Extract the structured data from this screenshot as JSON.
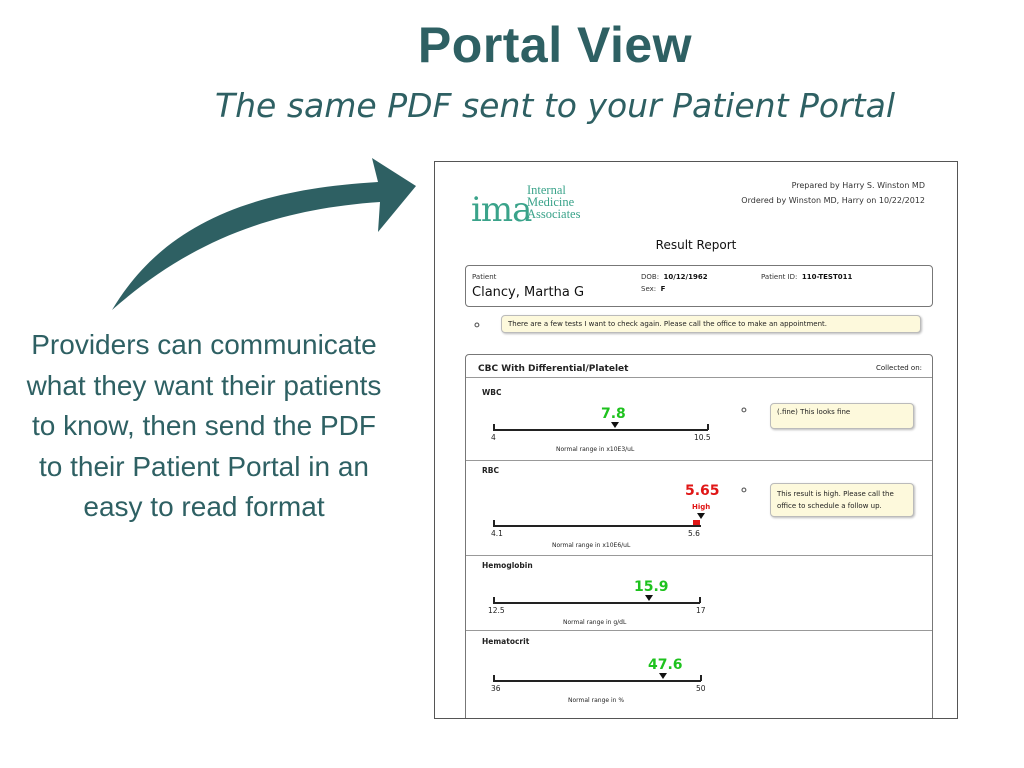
{
  "slide": {
    "title": "Portal View",
    "subtitle": "The same PDF sent to your Patient Portal",
    "body": "Providers can communicate what they want their patients to know, then send the PDF to their Patient Portal in an easy to read format",
    "arrow_color": "#2e6063",
    "text_color": "#2e6063"
  },
  "pdf": {
    "logo": {
      "mark": "ima",
      "line1": "Internal",
      "line2": "Medicine",
      "line3": "Associates",
      "color": "#3aa38a"
    },
    "prepared_by": "Prepared by Harry S. Winston MD",
    "ordered_by": "Ordered by Winston MD, Harry on 10/22/2012",
    "report_title": "Result Report",
    "patient": {
      "label": "Patient",
      "name": "Clancy, Martha G",
      "dob_label": "DOB:",
      "dob": "10/12/1962",
      "sex_label": "Sex:",
      "sex": "F",
      "id_label": "Patient ID:",
      "id": "110-TEST011"
    },
    "general_note": "There are a few tests I want to check again. Please call the office to make an appointment.",
    "panel": {
      "title": "CBC With Differential/Platelet",
      "collected_label": "Collected on:"
    },
    "tests": [
      {
        "name": "WBC",
        "value": "7.8",
        "low": "4",
        "high": "10.5",
        "range_label": "Normal range in x10E3/uL",
        "status": "normal",
        "flag": "",
        "note": "(.fine) This looks fine",
        "position": 0.18
      },
      {
        "name": "RBC",
        "value": "5.65",
        "low": "4.1",
        "high": "5.6",
        "range_label": "Normal range in x10E6/uL",
        "status": "high",
        "flag": "High",
        "note_line1": "This result is high. Please call the",
        "note_line2": "office to schedule a follow up.",
        "position": 1.0
      },
      {
        "name": "Hemoglobin",
        "value": "15.9",
        "low": "12.5",
        "high": "17",
        "range_label": "Normal range in g/dL",
        "status": "normal",
        "flag": "",
        "position": 0.74
      },
      {
        "name": "Hematocrit",
        "value": "47.6",
        "low": "36",
        "high": "50",
        "range_label": "Normal range in %",
        "status": "normal",
        "flag": "",
        "position": 0.81
      }
    ],
    "colors": {
      "normal": "#1ec21e",
      "high": "#e01616"
    }
  }
}
